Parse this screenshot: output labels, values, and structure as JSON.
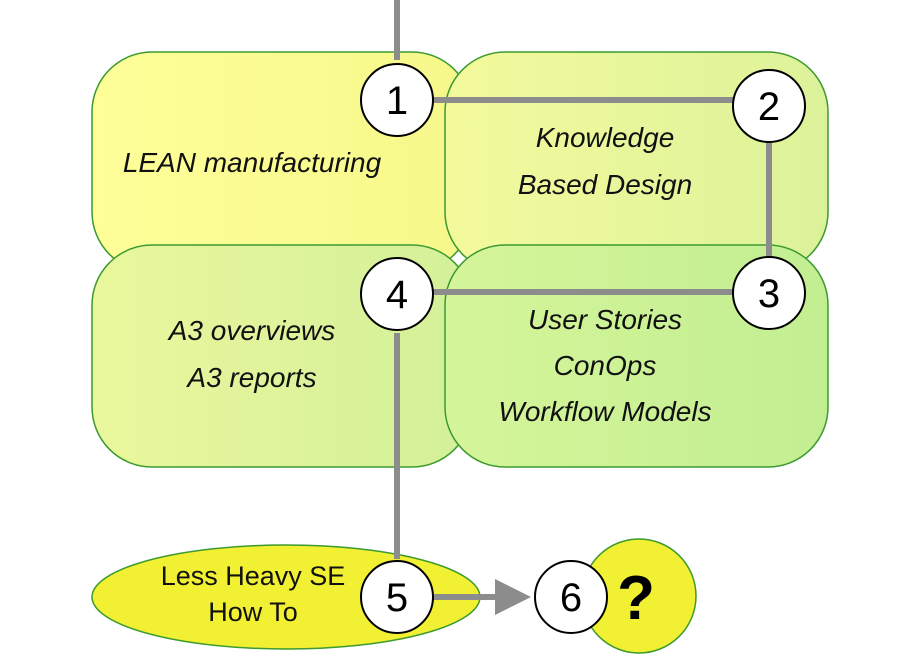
{
  "colors": {
    "connector": "#8c8c8c",
    "border": "#3c9a2e",
    "yellow": "#ffff99",
    "light_green": "#e6f5a0",
    "green": "#c4f08c",
    "ellipse_yellow": "#f2f032"
  },
  "boxes": {
    "lean": {
      "lines": [
        "LEAN manufacturing"
      ]
    },
    "kbd": {
      "lines": [
        "Knowledge",
        "Based Design"
      ]
    },
    "a3": {
      "lines": [
        "A3 overviews",
        "A3 reports"
      ]
    },
    "stories": {
      "lines": [
        "User Stories",
        "ConOps",
        "Workflow Models"
      ]
    },
    "se": {
      "lines": [
        "Less Heavy SE",
        "How To"
      ]
    }
  },
  "nodes": {
    "n1": "1",
    "n2": "2",
    "n3": "3",
    "n4": "4",
    "n5": "5",
    "n6": "6",
    "question": "?"
  }
}
